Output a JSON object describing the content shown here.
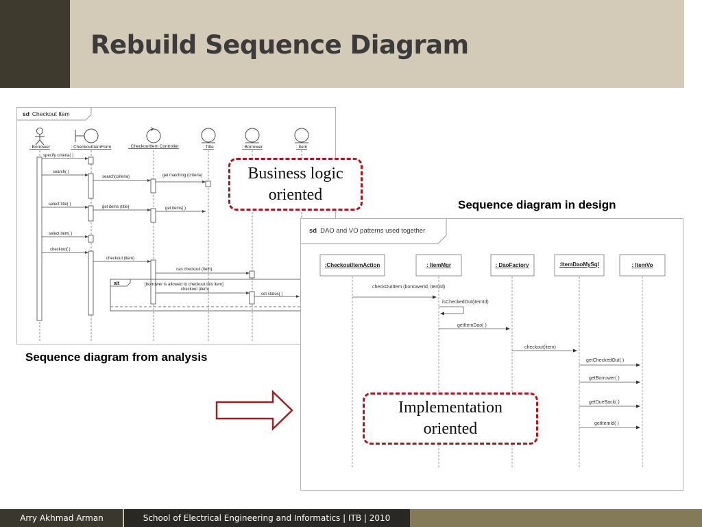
{
  "slide": {
    "title": "Rebuild Sequence Diagram",
    "caption_analysis": "Sequence diagram from analysis",
    "caption_design": "Sequence diagram in design",
    "callout_business": "Business logic oriented",
    "callout_implementation": "Implementation oriented",
    "arrow_color": "#a31e22",
    "accent_dark": "#3f3a2e",
    "accent_light": "#d3cbb8"
  },
  "analysis_diagram": {
    "frame_keyword": "sd",
    "frame_name": "Checkout Item",
    "lifelines": [
      {
        "kind": "actor-icon",
        "label": ": Borrower"
      },
      {
        "kind": "boundary-icon",
        "label": ": CheckoutItemForm"
      },
      {
        "kind": "control-icon",
        "label": ": CheckoutItem Controller"
      },
      {
        "kind": "entity-icon",
        "label": ": Title"
      },
      {
        "kind": "entity-icon",
        "label": ": Borrower"
      },
      {
        "kind": "entity-icon",
        "label": ": Item"
      }
    ],
    "messages": [
      "specify criteria( )",
      "search( )",
      "search(criteria)",
      "get matching (criteria)",
      "select title( )",
      "get items (title)",
      "get items( )",
      "select item( )",
      "checkout( )",
      "checkout (item)",
      "can checkout (item)",
      "checkout (item)",
      "set status( )"
    ],
    "fragment_keyword": "alt",
    "fragment_guard": "[borrower is allowed to checkout this item]"
  },
  "design_diagram": {
    "frame_keyword": "sd",
    "frame_name": "DAO and VO patterns used together",
    "lifelines": [
      ":CheckoutItemAction",
      ": ItemMgr",
      ": DaoFactory",
      ":ItemDaoMySql",
      ": ItemVo"
    ],
    "messages": [
      "checkOutItem (borrowerId, itemId)",
      "isCheckedOut(itemId)",
      "getItemDao( )",
      "checkout(item)",
      "getCheckedOut( )",
      "getBorrower( )",
      "getDueBack( )",
      "getItemId( )"
    ]
  },
  "footer": {
    "author": "Arry Akhmad Arman",
    "institution": "School of Electrical Engineering and Informatics | ITB | 2010"
  }
}
